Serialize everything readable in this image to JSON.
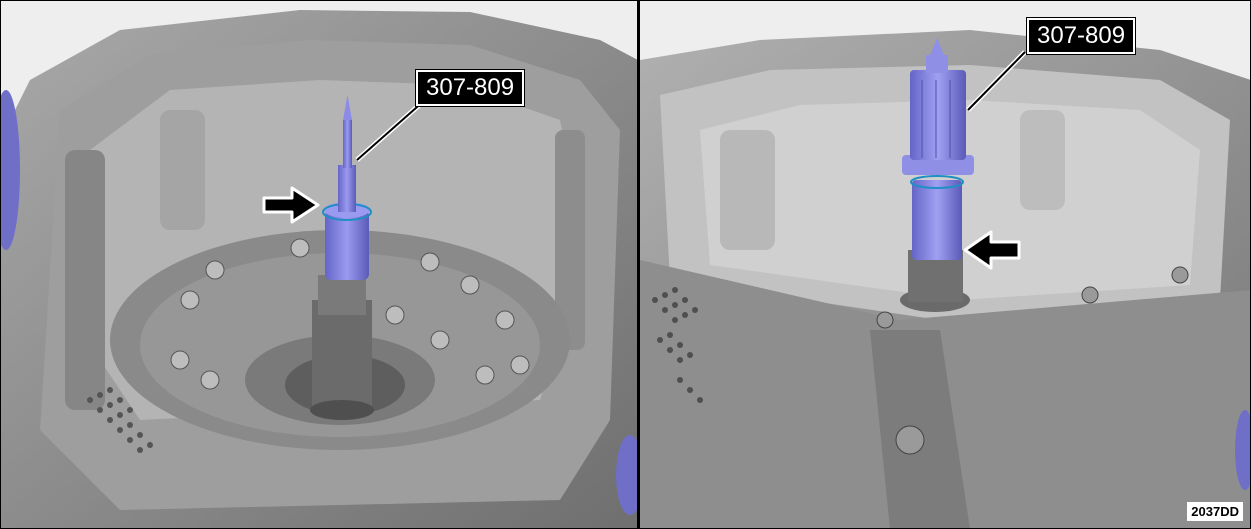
{
  "figure": {
    "left_panel": {
      "tool_label": "307-809"
    },
    "right_panel": {
      "tool_label": "307-809"
    },
    "figure_id": "2037DD"
  },
  "colors": {
    "tool": "#7f7fe0",
    "seal_ring": "#1f8fc4",
    "housing": "#8c8c8c",
    "arrow": "#000000"
  }
}
